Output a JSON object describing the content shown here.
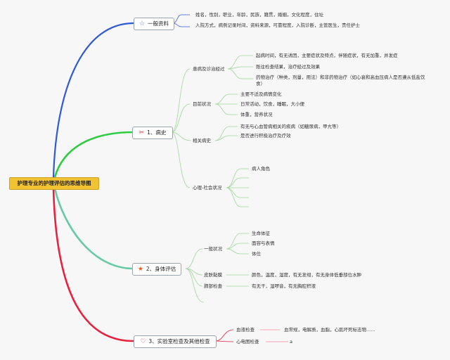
{
  "root": {
    "title": "护理专业的护理评估的思维导图"
  },
  "branches": {
    "general": {
      "title": "一般资料",
      "icon": "star-outline-icon",
      "items": [
        "姓名，性别，职业，年龄，民族，籍贯，婚姻，文化程度，住址",
        "入院方式，病例记录时间，资料来源，可靠程度，入院诊断，主管医生，责任护士"
      ]
    },
    "history": {
      "title": "1、病史",
      "icon": "tools-icon",
      "groups": [
        {
          "label": "患病及诊治经过",
          "items": [
            "起病时间，有无诱因，主要症状及特点，伴随症状，有无加重，并发症",
            "既往检查结果，治疗经过及效果",
            "药物治疗（种类，剂量，用法）和非药物治疗（如心衰和高血压病人是否遵从低盐饮食）"
          ]
        },
        {
          "label": "目前状况",
          "items": [
            "主要不适及病情变化",
            "日常活动，饮食，睡眠，大小便",
            "体重，营养状况"
          ]
        },
        {
          "label": "相关病史",
          "items": [
            "有无与心血管病相关的疾病（如糖尿病，甲亢等）",
            "是否进行积极治疗及疗效"
          ]
        },
        {
          "label": "心理-社会状况",
          "items": [
            "病人角色"
          ]
        }
      ]
    },
    "physical": {
      "title": "2、身体评估",
      "icon": "star-filled-icon",
      "groups": [
        {
          "label": "一般状况",
          "items": [
            "生命体征",
            "面容与表情",
            "体位"
          ]
        },
        {
          "label": "皮肤黏膜",
          "items": [
            "颜色，温度，湿度，有无发绀，有无身体低垂部位水肿"
          ]
        },
        {
          "label": "肺部检查",
          "items": [
            "有无干，湿啰音，有无胸腔积液"
          ]
        }
      ]
    },
    "lab": {
      "title": "3、实验室检查及其他检查",
      "icon": "heart-icon",
      "groups": [
        {
          "label": "血液检查",
          "items": [
            "血常规，电解质，血脂，心肌坏死标志物......"
          ]
        },
        {
          "label": "心电图检查",
          "items": [
            "a"
          ]
        }
      ]
    }
  },
  "colors": {
    "branch_general": "#2e5ad6",
    "branch_history": "#2ecc40",
    "branch_physical": "#67c9a6",
    "branch_lab": "#e8213f",
    "leaf_lines": "#9fd89a",
    "root_fill": "#f1c232"
  }
}
